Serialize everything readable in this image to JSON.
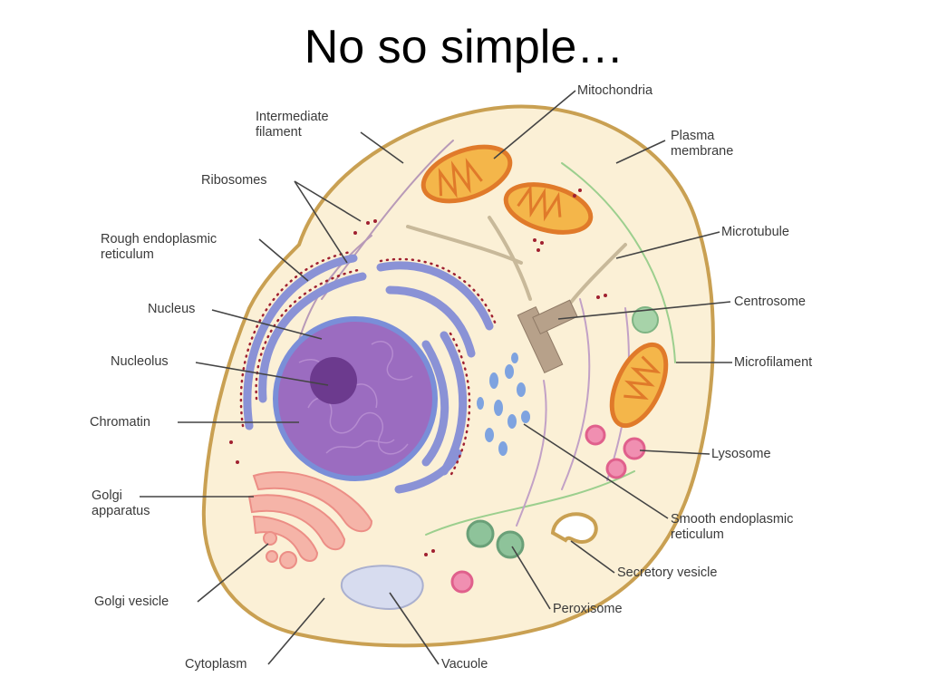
{
  "slide": {
    "title": "No so simple…"
  },
  "labels": {
    "intermediate_filament": [
      "Intermediate",
      "filament"
    ],
    "ribosomes": "Ribosomes",
    "rough_er": [
      "Rough endoplasmic",
      "reticulum"
    ],
    "nucleus": "Nucleus",
    "nucleolus": "Nucleolus",
    "chromatin": "Chromatin",
    "golgi_apparatus": [
      "Golgi",
      "apparatus"
    ],
    "golgi_vesicle": "Golgi vesicle",
    "cytoplasm": "Cytoplasm",
    "vacuole": "Vacuole",
    "peroxisome": "Peroxisome",
    "secretory_vesicle": "Secretory vesicle",
    "smooth_er": [
      "Smooth endoplasmic",
      "reticulum"
    ],
    "lysosome": "Lysosome",
    "microfilament": "Microfilament",
    "centrosome": "Centrosome",
    "microtubule": "Microtubule",
    "plasma_membrane": [
      "Plasma",
      "membrane"
    ],
    "mitochondria": "Mitochondria"
  },
  "colors": {
    "membrane": "#c9a052",
    "cytoplasm": "#fbf0d6",
    "nucleus": "#9b6cc0",
    "nucleolus": "#6c3a8e",
    "er": "#8a92d6",
    "mitochondria": "#e9903a",
    "golgi": "#f2a6a0",
    "lysosome": "#ec6c9a",
    "peroxisome": "#8ec39a",
    "vacuole": "#d7dcef",
    "leader": "#444444"
  }
}
